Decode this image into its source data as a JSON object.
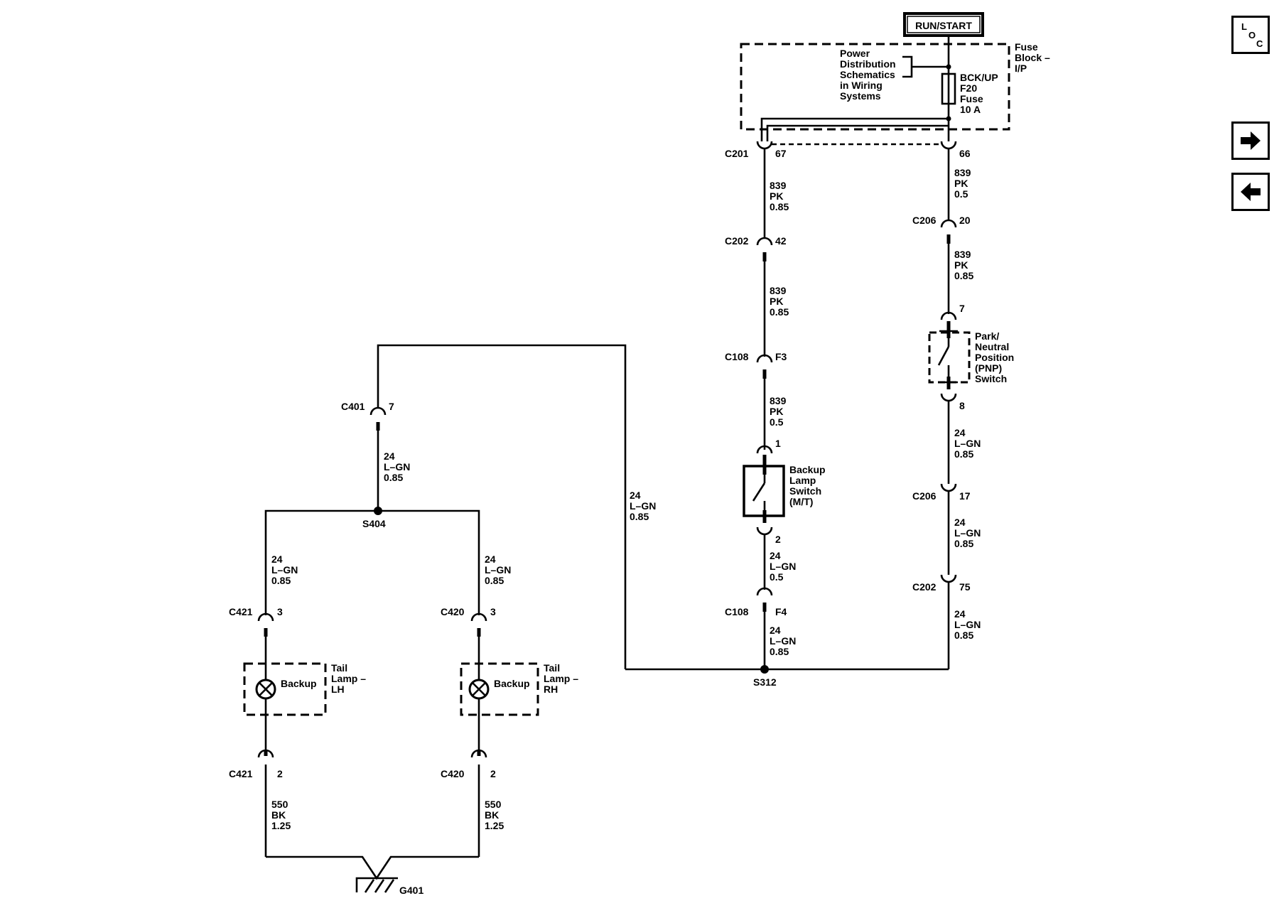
{
  "power": {
    "label": "RUN/START"
  },
  "fuse_block": {
    "title": [
      "Fuse",
      "Block –",
      "I/P"
    ],
    "note": [
      "Power",
      "Distribution",
      "Schematics",
      "in Wiring",
      "Systems"
    ],
    "fuse": [
      "BCK/UP",
      "F20",
      "Fuse",
      "10 A"
    ]
  },
  "connectors": {
    "c201_l": {
      "name": "C201",
      "pin": "67"
    },
    "c201_r": {
      "pin": "66"
    },
    "c202_a": {
      "name": "C202",
      "pin": "42"
    },
    "c206_a": {
      "name": "C206",
      "pin": "20"
    },
    "c108_a": {
      "name": "C108",
      "pin": "F3"
    },
    "pnp_top": {
      "pin": "7"
    },
    "pnp_bot": {
      "pin": "8"
    },
    "bls_top": {
      "pin": "1"
    },
    "bls_bot": {
      "pin": "2"
    },
    "c206_b": {
      "name": "C206",
      "pin": "17"
    },
    "c202_b": {
      "name": "C202",
      "pin": "75"
    },
    "c108_b": {
      "name": "C108",
      "pin": "F4"
    },
    "c401": {
      "name": "C401",
      "pin": "7"
    },
    "c421_a": {
      "name": "C421",
      "pin": "3"
    },
    "c420_a": {
      "name": "C420",
      "pin": "3"
    },
    "c421_b": {
      "name": "C421",
      "pin": "2"
    },
    "c420_b": {
      "name": "C420",
      "pin": "2"
    }
  },
  "wires": {
    "w1": [
      "839",
      "PK",
      "0.85"
    ],
    "w2": [
      "839",
      "PK",
      "0.85"
    ],
    "w3": [
      "839",
      "PK",
      "0.5"
    ],
    "w4": [
      "839",
      "PK",
      "0.5"
    ],
    "w5": [
      "839",
      "PK",
      "0.85"
    ],
    "w6": [
      "24",
      "L–GN",
      "0.85"
    ],
    "w7": [
      "24",
      "L–GN",
      "0.85"
    ],
    "w8": [
      "24",
      "L–GN",
      "0.85"
    ],
    "w9": [
      "24",
      "L–GN",
      "0.5"
    ],
    "w10": [
      "24",
      "L–GN",
      "0.85"
    ],
    "w11": [
      "24",
      "L–GN",
      "0.85"
    ],
    "w12": [
      "24",
      "L–GN",
      "0.85"
    ],
    "w13": [
      "24",
      "L–GN",
      "0.85"
    ],
    "w14": [
      "24",
      "L–GN",
      "0.85"
    ],
    "w15": [
      "550",
      "BK",
      "1.25"
    ],
    "w16": [
      "550",
      "BK",
      "1.25"
    ]
  },
  "components": {
    "pnp": [
      "Park/",
      "Neutral",
      "Position",
      "(PNP)",
      "Switch"
    ],
    "bls": [
      "Backup",
      "Lamp",
      "Switch",
      "(M/T)"
    ],
    "lamp_lh": {
      "bulb": "Backup",
      "name": [
        "Tail",
        "Lamp –",
        "LH"
      ]
    },
    "lamp_rh": {
      "bulb": "Backup",
      "name": [
        "Tail",
        "Lamp –",
        "RH"
      ]
    }
  },
  "splices": {
    "s404": "S404",
    "s312": "S312"
  },
  "ground": {
    "g401": "G401"
  },
  "nav": {
    "loc": {
      "l": "L",
      "o": "O",
      "c": "C"
    }
  }
}
